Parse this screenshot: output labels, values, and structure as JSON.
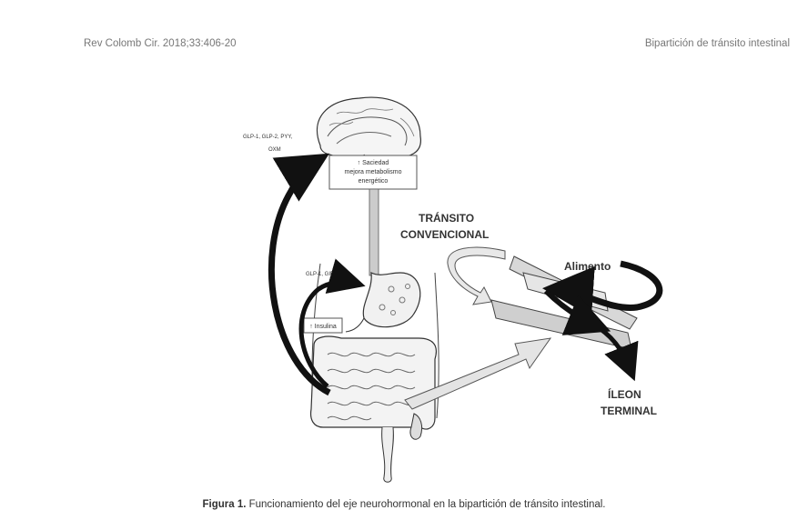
{
  "header": {
    "left": "Rev Colomb Cir. 2018;33:406-20",
    "right": "Bipartición de tránsito intestinal"
  },
  "figure": {
    "brain_hormones": [
      "GLP-1, GLP-2, PYY,",
      "OXM"
    ],
    "brain_box": [
      "↑ Saciedad",
      "mejora metabolismo",
      "energético"
    ],
    "gut_hormones": "GLP-1, GIP, OXM",
    "insulin_box": "↑ Insulina",
    "transito": [
      "TRÁNSITO",
      "CONVENCIONAL"
    ],
    "alimento": "Alimento",
    "ileon": [
      "ÍLEON",
      "TERMINAL"
    ]
  },
  "caption": {
    "label": "Figura 1.",
    "text": " Funcionamiento del eje neurohormonal en la bipartición de tránsito intestinal."
  }
}
